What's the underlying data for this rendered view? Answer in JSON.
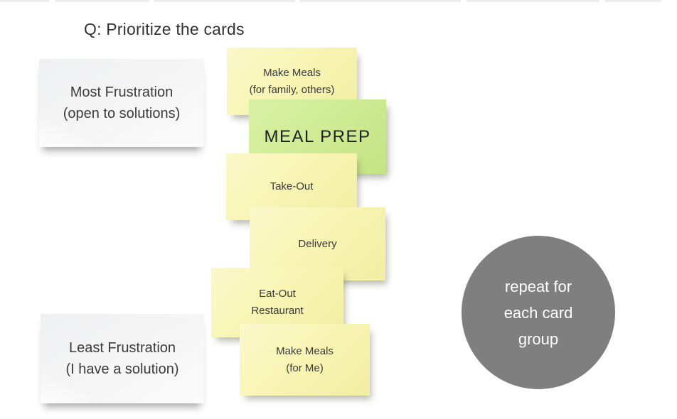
{
  "title": "Q: Prioritize the cards",
  "instruction_notes": {
    "most": {
      "line1": "Most Frustration",
      "line2": "(open to solutions)"
    },
    "least": {
      "line1": "Least Frustration",
      "line2": "(I have a solution)"
    }
  },
  "cards": {
    "make_meals_family": {
      "line1": "Make Meals",
      "line2": "(for family, others)"
    },
    "meal_prep": {
      "label": "MEAL PREP"
    },
    "take_out": {
      "label": "Take-Out"
    },
    "delivery": {
      "label": "Delivery"
    },
    "eat_out": {
      "line1": "Eat-Out",
      "line2": "Restaurant"
    },
    "make_meals_me": {
      "line1": "Make Meals",
      "line2": "(for Me)"
    }
  },
  "annotation_circle": {
    "line1": "repeat for",
    "line2": "each card",
    "line3": "group"
  },
  "colors": {
    "sticky_yellow": "#f8f5b5",
    "sticky_green": "#cfec95",
    "note_white": "#f5f5f6",
    "circle_gray": "#7f7f7f",
    "title_text": "#323232",
    "card_text": "#3a3a3a",
    "circle_text": "#ffffff"
  }
}
